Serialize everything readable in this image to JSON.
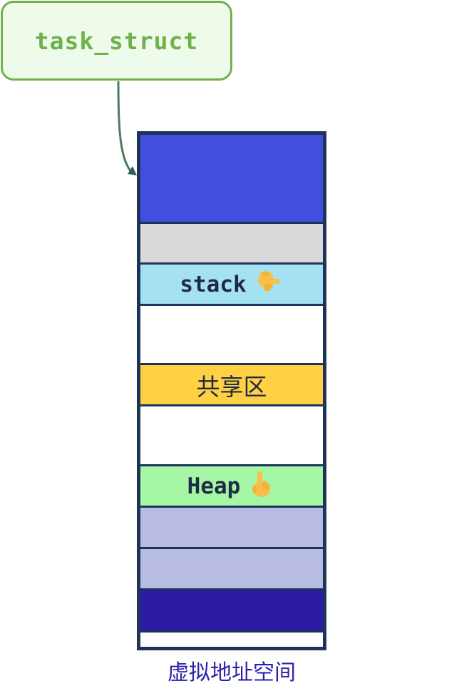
{
  "task_struct": {
    "label": "task_struct",
    "border_color": "#6fb14b",
    "fill_color": "#eefbea"
  },
  "connector": {
    "color": "#4a7d5c",
    "direction": "task_struct-to-virtual-address-space"
  },
  "virtual_address_space": {
    "caption": "虚拟地址空间",
    "caption_color": "#2b22a8",
    "border_color": "#1d3357",
    "segments": [
      {
        "name": "kernel",
        "label": "",
        "color": "#404fde"
      },
      {
        "name": "reserved",
        "label": "",
        "color": "#dadada"
      },
      {
        "name": "stack",
        "label": "stack",
        "color": "#a4e2f3",
        "icon": "hand-pointing-down-icon"
      },
      {
        "name": "gap-upper",
        "label": "",
        "color": "#ffffff"
      },
      {
        "name": "shared",
        "label": "共享区",
        "color": "#ffd043"
      },
      {
        "name": "gap-lower",
        "label": "",
        "color": "#ffffff"
      },
      {
        "name": "heap",
        "label": "Heap",
        "color": "#a6f7a5",
        "icon": "hand-pointing-up-icon"
      },
      {
        "name": "bss",
        "label": "",
        "color": "#b8bce3"
      },
      {
        "name": "data",
        "label": "",
        "color": "#b8bce3"
      },
      {
        "name": "text",
        "label": "",
        "color": "#2c1ba5"
      },
      {
        "name": "bottom",
        "label": "",
        "color": "#ffffff"
      }
    ]
  }
}
